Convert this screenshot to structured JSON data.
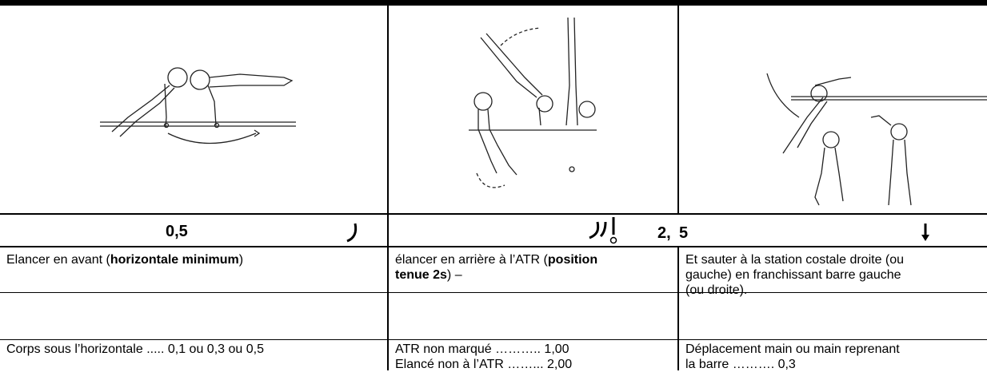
{
  "col1": {
    "value": "0,5",
    "description_pre": "Elancer en avant (",
    "description_bold": "horizontale minimum",
    "description_post": ")",
    "penalty": "Corps sous l’horizontale ..... 0,1 ou 0,3 ou 0,5"
  },
  "col2": {
    "value": "2,",
    "description_pre": "élancer en arrière à l’ATR (",
    "description_bold_1": "position",
    "description_bold_2": "tenue 2s",
    "description_post": ") –",
    "penalty_1": "ATR non marqué ……….. 1,00",
    "penalty_2": "Elancé non à l’ATR ……... 2,00"
  },
  "col3": {
    "value": "5",
    "description_1": "Et sauter à la station costale droite (ou",
    "description_2": "gauche) en franchissant barre gauche",
    "description_3": "(ou droite).",
    "penalty_1": "Déplacement main ou main reprenant",
    "penalty_2": "la barre ………. 0,3"
  }
}
